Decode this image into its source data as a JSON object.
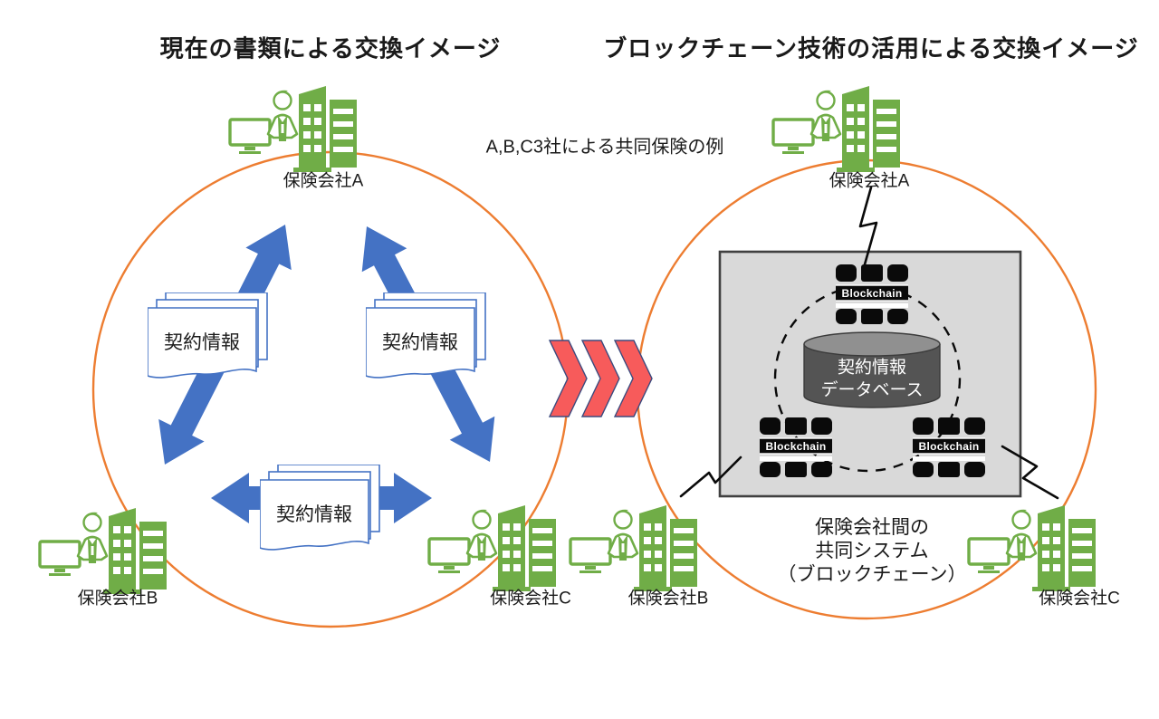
{
  "titles": {
    "left": "現在の書類による交換イメージ",
    "right": "ブロックチェーン技術の活用による交換イメージ"
  },
  "annotation": "A,B,C3社による共同保険の例",
  "left_diagram": {
    "companies": [
      {
        "label": "保険会社A"
      },
      {
        "label": "保険会社B"
      },
      {
        "label": "保険会社C"
      }
    ],
    "documents": [
      {
        "label": "契約情報"
      },
      {
        "label": "契約情報"
      },
      {
        "label": "契約情報"
      }
    ]
  },
  "right_diagram": {
    "companies": [
      {
        "label": "保険会社A"
      },
      {
        "label": "保険会社B"
      },
      {
        "label": "保険会社C"
      }
    ],
    "chips": [
      {
        "label": "Blockchain"
      },
      {
        "label": "Blockchain"
      },
      {
        "label": "Blockchain"
      }
    ],
    "database": {
      "line1": "契約情報",
      "line2": "データベース"
    },
    "caption": {
      "line1": "保険会社間の",
      "line2": "共同システム",
      "line3": "（ブロックチェーン）"
    }
  },
  "colors": {
    "company_green": "#70AD47",
    "circle_orange": "#ED7D31",
    "arrow_blue": "#4472C4",
    "chevron_red": "#F75B5B",
    "chevron_border": "#3B4A7E",
    "box_fill": "#D9D9D9",
    "box_border": "#404040",
    "cylinder_body": "#545454",
    "cylinder_top": "#909090"
  }
}
